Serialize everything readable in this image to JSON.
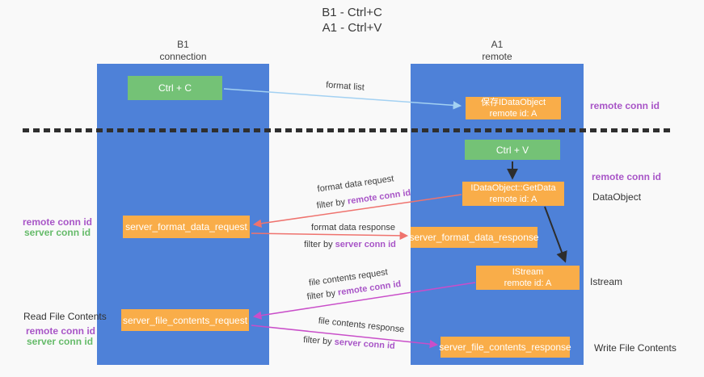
{
  "title": {
    "line1": "B1 - Ctrl+C",
    "line2": "A1 - Ctrl+V"
  },
  "columns": {
    "b1": {
      "name": "B1",
      "subtitle": "connection"
    },
    "a1": {
      "name": "A1",
      "subtitle": "remote"
    }
  },
  "nodes": {
    "ctrl_c": {
      "label": "Ctrl + C"
    },
    "ctrl_v": {
      "label": "Ctrl + V"
    },
    "save_idataobject": {
      "line1": "保存IDataObject",
      "line2": "remote id: A"
    },
    "getdata": {
      "line1": "IDataObject::GetData",
      "line2": "remote id: A"
    },
    "istream": {
      "line1": "IStream",
      "line2": "remote id: A"
    },
    "format_request": {
      "label": "server_format_data_request"
    },
    "format_response": {
      "label": "server_format_data_response"
    },
    "file_request": {
      "label": "server_file_contents_request"
    },
    "file_response": {
      "label": "server_file_contents_response"
    }
  },
  "side_labels": {
    "remote_conn_id": "remote conn id",
    "server_conn_id": "server conn id",
    "dataobject": "DataObject",
    "istream": "Istream",
    "read_file_contents": "Read File Contents",
    "write_file_contents": "Write File Contents"
  },
  "arrow_labels": {
    "format_list": "format list",
    "format_data_request": "format data request",
    "format_data_response": "format data response",
    "file_contents_request": "file contents request",
    "file_contents_response": "file contents response",
    "filter_by": "filter by"
  },
  "colors": {
    "column_blue": "#4e81d8",
    "node_orange": "#f9ad49",
    "node_green": "#74c276",
    "arrow_light_blue": "#a3d1f2",
    "arrow_salmon": "#ef736e",
    "arrow_magenta": "#c94ec9",
    "arrow_black": "#2d2d2d",
    "label_purple": "#a855c7",
    "label_green": "#66bb6a"
  }
}
